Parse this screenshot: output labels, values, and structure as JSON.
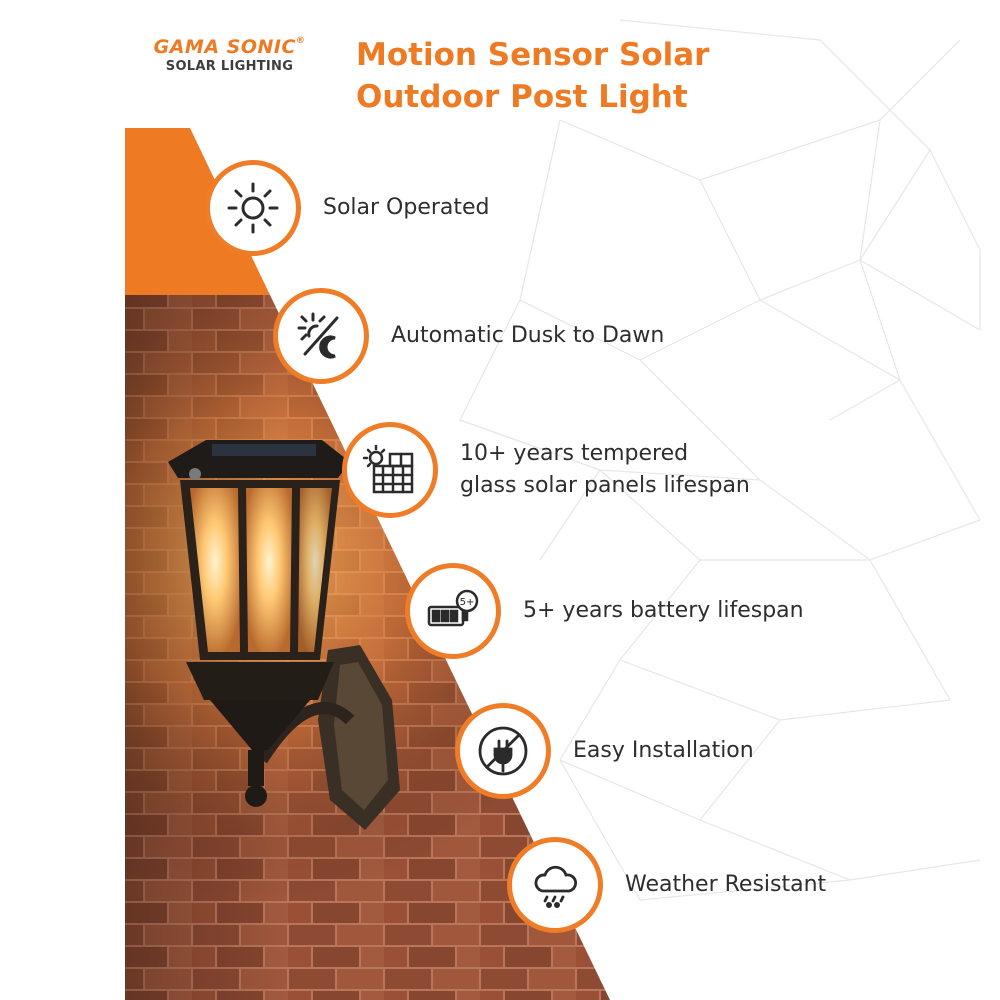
{
  "brand": {
    "name": "GAMA SONIC",
    "registered_mark": "®",
    "tagline": "SOLAR LIGHTING"
  },
  "title": {
    "line1": "Motion Sensor Solar",
    "line2": "Outdoor Post Light"
  },
  "features": [
    {
      "icon": "sun-icon",
      "lines": [
        "Solar Operated"
      ]
    },
    {
      "icon": "dusk-dawn-icon",
      "lines": [
        "Automatic Dusk to Dawn"
      ]
    },
    {
      "icon": "solar-panel-icon",
      "lines": [
        "10+ years tempered",
        "glass solar panels lifespan"
      ]
    },
    {
      "icon": "battery-icon",
      "lines": [
        "5+ years battery lifespan"
      ],
      "badge_text": "5+"
    },
    {
      "icon": "no-plug-icon",
      "lines": [
        "Easy Installation"
      ]
    },
    {
      "icon": "weather-icon",
      "lines": [
        "Weather Resistant"
      ]
    }
  ],
  "colors": {
    "accent": "#ee7a24",
    "text": "#2e2e2e",
    "brick": "#8a4a30",
    "lamp_glow": "#ffc062"
  }
}
